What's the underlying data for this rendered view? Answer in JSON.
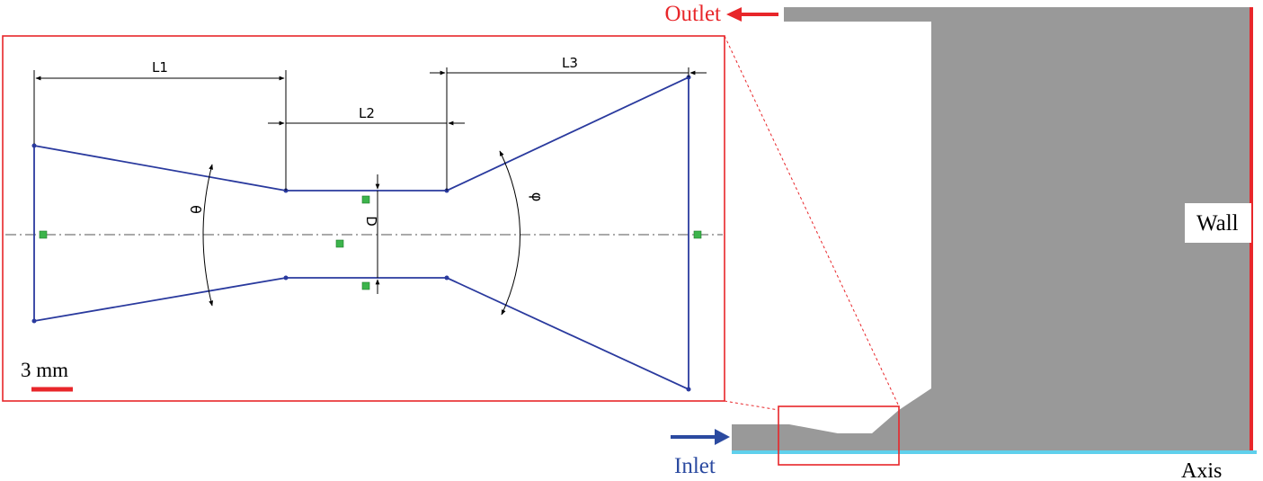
{
  "labels": {
    "outlet": "Outlet",
    "inlet": "Inlet",
    "wall": "Wall",
    "axis": "Axis",
    "scale": "3 mm"
  },
  "dimensions": {
    "l1": "L1",
    "l2": "L2",
    "l3": "L3",
    "d": "D",
    "theta": "θ",
    "phi": "φ"
  },
  "colors": {
    "outlet": "#e8262a",
    "inlet": "#2b4aa0",
    "wall": "#e8262a",
    "axis": "#5fd0ec",
    "body": "#999999",
    "sketch": "#2a3a9e",
    "frame": "#e8262a",
    "constraint": "#3cb44b"
  }
}
